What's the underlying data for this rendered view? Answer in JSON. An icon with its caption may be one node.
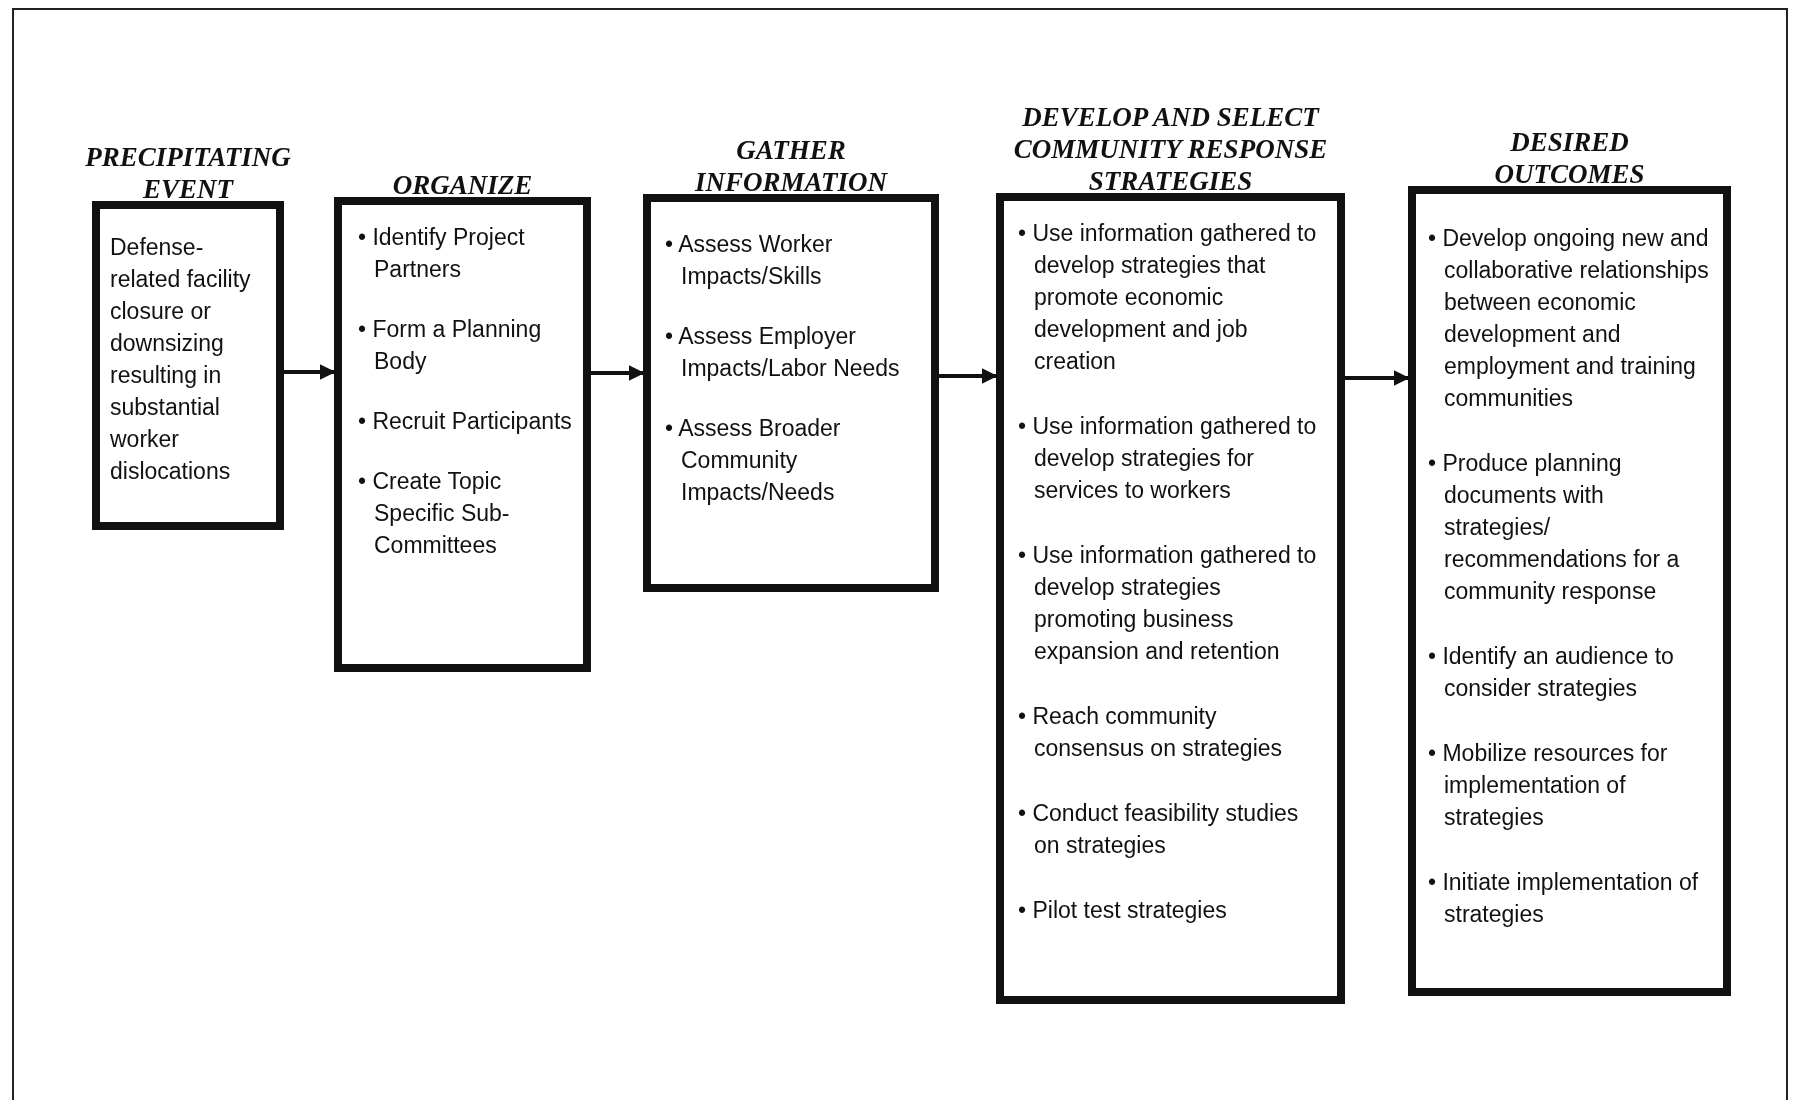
{
  "diagram": {
    "nodes": [
      {
        "text": [
          "PRECIPITATING EVENT",
          "Defense-related facility closure or downsizing resulting in substantial worker dislocations"
        ]
      },
      {
        "text": [
          "ORGANIZE",
          "• Identify Project Partners",
          "• Form a Planning Body",
          "• Recruit Participants",
          "• Create Topic Specific Sub-Committees"
        ]
      },
      {
        "text": [
          "GATHER INFORMATION",
          "• Assess Worker Impacts/Skills",
          "• Assess Employer Impacts/Labor Needs",
          "• Assess Broader Community Impacts/Needs"
        ]
      },
      {
        "text": [
          "DEVELOP AND SELECT COMMUNITY RESPONSE STRATEGIES",
          "• Use information gathered to develop strategies that promote economic development and job creation",
          "• Use information gathered to develop strategies for services to workers",
          "• Use information gathered to develop strategies promoting business expansion and retention",
          "• Reach community consensus on strategies",
          "• Conduct feasibility studies on strategies",
          "• Pilot test strategies"
        ]
      },
      {
        "text": [
          "DESIRED OUTCOMES",
          "• Develop ongoing new and collaborative relationships between economic development and employment and training communities",
          "• Produce planning documents with strategies/ recommendations for a community response",
          "• Identify an audience to consider strategies",
          "• Mobilize resources for implementation of strategies",
          "• Initiate implementation of strategies"
        ]
      }
    ],
    "edges": [
      {
        "from": 0,
        "to": 1,
        "arrow": "to"
      },
      {
        "from": 1,
        "to": 2,
        "arrow": "to"
      },
      {
        "from": 2,
        "to": 3,
        "arrow": "to"
      },
      {
        "from": 3,
        "to": 4,
        "arrow": "to"
      }
    ]
  }
}
